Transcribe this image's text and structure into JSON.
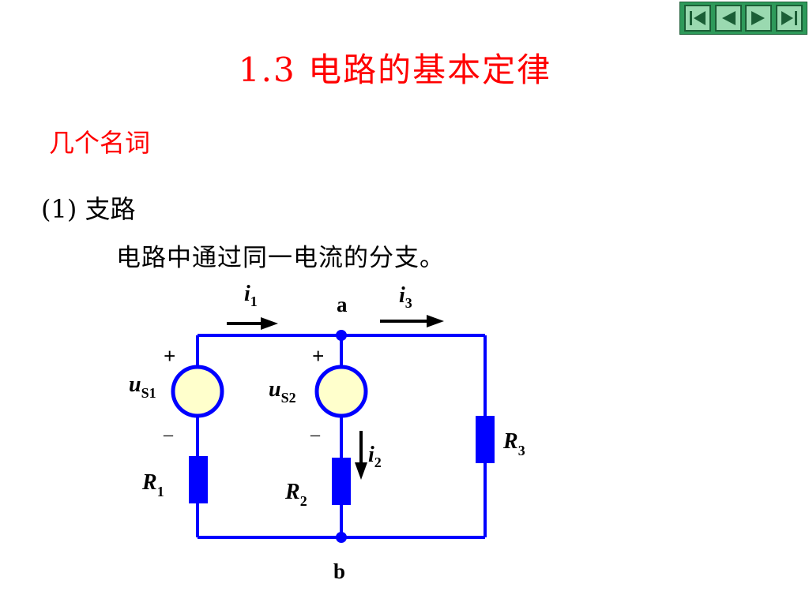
{
  "nav": {
    "buttons": [
      "first-slide",
      "previous-slide",
      "next-slide",
      "last-slide"
    ]
  },
  "title": "1.3 电路的基本定律",
  "subtitle": "几个名词",
  "item": {
    "number": "(1)",
    "term": "支路",
    "definition": "电路中通过同一电流的分支。"
  },
  "circuit": {
    "nodes": {
      "top": "a",
      "bottom": "b"
    },
    "sources": [
      {
        "symbol": "u",
        "subscript": "S1",
        "plus": "+",
        "minus": "–"
      },
      {
        "symbol": "u",
        "subscript": "S2",
        "plus": "+",
        "minus": "–"
      }
    ],
    "resistors": [
      {
        "symbol": "R",
        "subscript": "1"
      },
      {
        "symbol": "R",
        "subscript": "2"
      },
      {
        "symbol": "R",
        "subscript": "3"
      }
    ],
    "currents": [
      {
        "symbol": "i",
        "subscript": "1"
      },
      {
        "symbol": "i",
        "subscript": "2"
      },
      {
        "symbol": "i",
        "subscript": "3"
      }
    ]
  },
  "colors": {
    "wire": "#0000ff",
    "source_fill": "#ffffcc",
    "title": "#ff0000",
    "nav_bg": "#2e9a5a"
  }
}
